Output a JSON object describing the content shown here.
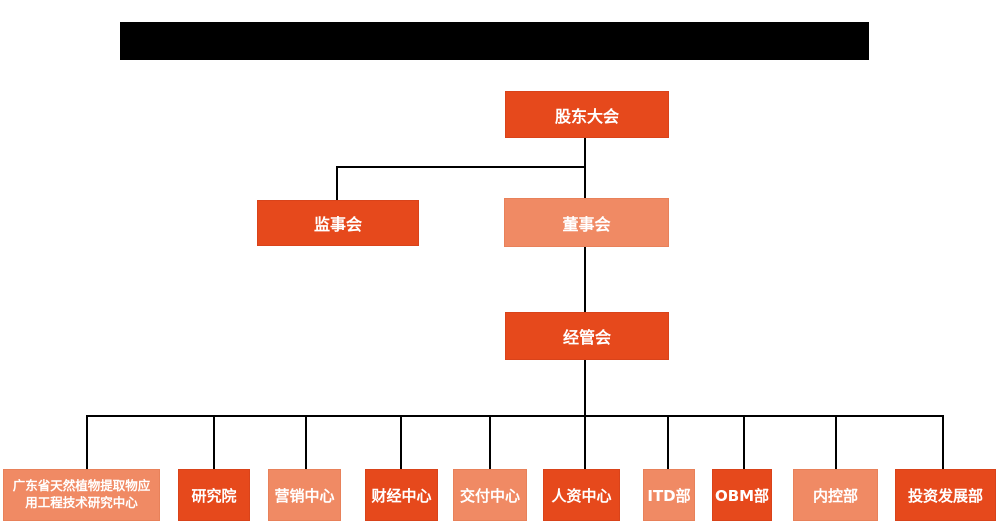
{
  "colors": {
    "primary_box": "#e6491c",
    "secondary_box": "#f08a64",
    "box_text": "#ffffff",
    "connector": "#000000",
    "header_bar": "#000000",
    "background": "#ffffff"
  },
  "header": {
    "description": "solid black bar with no visible text (redacted title)"
  },
  "org_chart": {
    "type": "org-chart",
    "nodes": {
      "shareholders_meeting": {
        "label": "股东大会",
        "variant": "primary"
      },
      "supervisory_board": {
        "label": "监事会",
        "variant": "primary"
      },
      "board_of_directors": {
        "label": "董事会",
        "variant": "secondary"
      },
      "management_committee": {
        "label": "经管会",
        "variant": "primary"
      },
      "departments": [
        {
          "label": "广东省天然植物提取物应用工程技术研究中心",
          "variant": "secondary"
        },
        {
          "label": "研究院",
          "variant": "primary"
        },
        {
          "label": "营销中心",
          "variant": "secondary"
        },
        {
          "label": "财经中心",
          "variant": "primary"
        },
        {
          "label": "交付中心",
          "variant": "secondary"
        },
        {
          "label": "人资中心",
          "variant": "primary"
        },
        {
          "label": "ITD部",
          "variant": "secondary"
        },
        {
          "label": "OBM部",
          "variant": "primary"
        },
        {
          "label": "内控部",
          "variant": "secondary"
        },
        {
          "label": "投资发展部",
          "variant": "primary"
        }
      ]
    },
    "edges": [
      {
        "from": "股东大会",
        "to": "监事会"
      },
      {
        "from": "股东大会",
        "to": "董事会"
      },
      {
        "from": "董事会",
        "to": "经管会"
      },
      {
        "from": "经管会",
        "to": "广东省天然植物提取物应用工程技术研究中心"
      },
      {
        "from": "经管会",
        "to": "研究院"
      },
      {
        "from": "经管会",
        "to": "营销中心"
      },
      {
        "from": "经管会",
        "to": "财经中心"
      },
      {
        "from": "经管会",
        "to": "交付中心"
      },
      {
        "from": "经管会",
        "to": "人资中心"
      },
      {
        "from": "经管会",
        "to": "ITD部"
      },
      {
        "from": "经管会",
        "to": "OBM部"
      },
      {
        "from": "经管会",
        "to": "内控部"
      },
      {
        "from": "经管会",
        "to": "投资发展部"
      }
    ]
  }
}
